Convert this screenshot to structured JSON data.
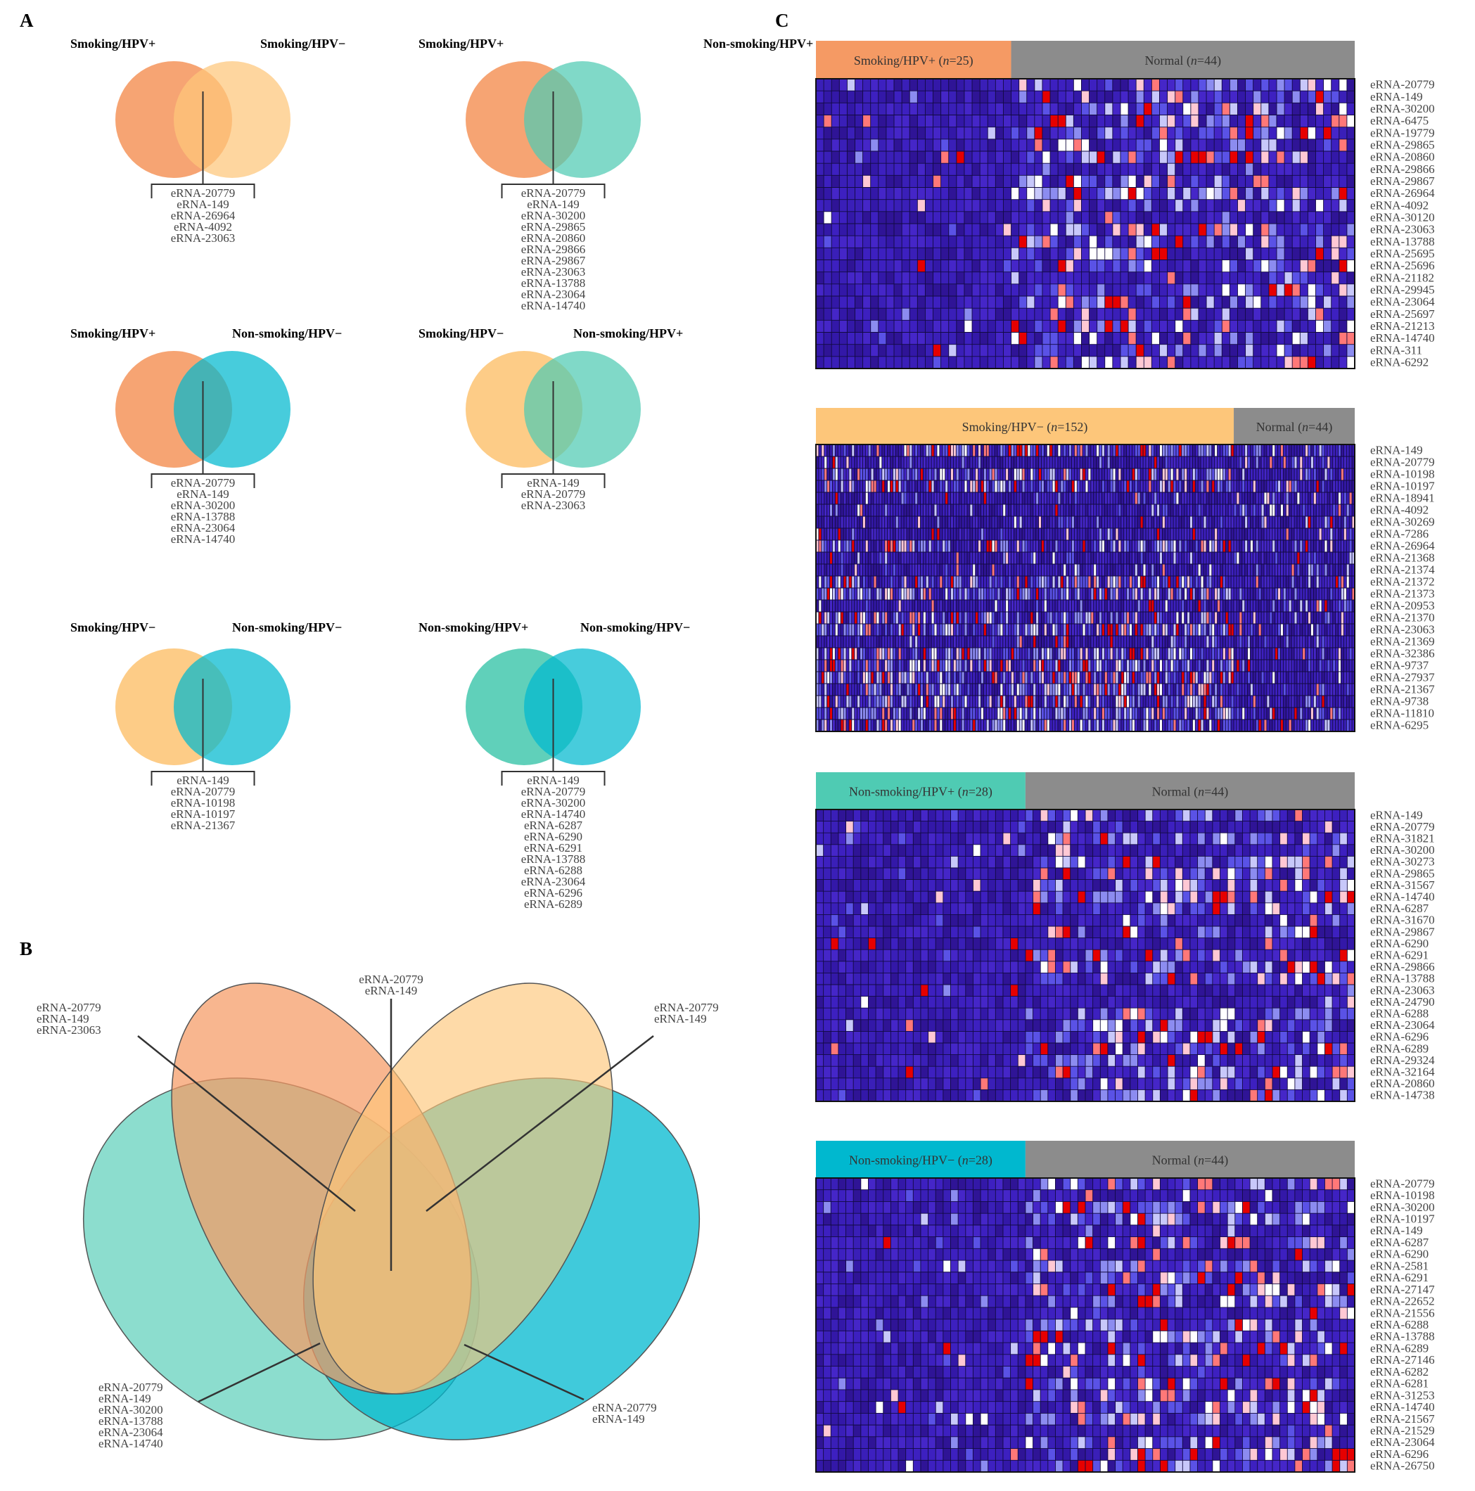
{
  "colors": {
    "smoking_hpv_pos": "#f59a64",
    "smoking_hpv_neg": "#fdc67a",
    "nonsmoking_hpv_pos": "#4fcbb3",
    "nonsmoking_hpv_neg": "#00b8cf",
    "normal": "#8c8c8c",
    "heat_low": "#3a1fb8",
    "heat_mid": "#ffffff",
    "heat_high": "#e60000"
  },
  "panelA": {
    "label": "A",
    "venns": [
      {
        "left": "Smoking/HPV+",
        "right": "Smoking/HPV−",
        "cl": "smoking_hpv_pos",
        "cr": "smoking_hpv_neg",
        "items": [
          "eRNA-20779",
          "eRNA-149",
          "eRNA-26964",
          "eRNA-4092",
          "eRNA-23063"
        ]
      },
      {
        "left": "Smoking/HPV+",
        "right": "Non-smoking/HPV+",
        "cl": "smoking_hpv_pos",
        "cr": "nonsmoking_hpv_pos",
        "items": [
          "eRNA-20779",
          "eRNA-149",
          "eRNA-30200",
          "eRNA-29865",
          "eRNA-20860",
          "eRNA-29866",
          "eRNA-29867",
          "eRNA-23063",
          "eRNA-13788",
          "eRNA-23064",
          "eRNA-14740"
        ]
      },
      {
        "left": "Smoking/HPV+",
        "right": "Non-smoking/HPV−",
        "cl": "smoking_hpv_pos",
        "cr": "nonsmoking_hpv_neg",
        "items": [
          "eRNA-20779",
          "eRNA-149",
          "eRNA-30200",
          "eRNA-13788",
          "eRNA-23064",
          "eRNA-14740"
        ]
      },
      {
        "left": "Smoking/HPV−",
        "right": "Non-smoking/HPV+",
        "cl": "smoking_hpv_neg",
        "cr": "nonsmoking_hpv_pos",
        "items": [
          "eRNA-149",
          "eRNA-20779",
          "eRNA-23063"
        ]
      },
      {
        "left": "Smoking/HPV−",
        "right": "Non-smoking/HPV−",
        "cl": "smoking_hpv_neg",
        "cr": "nonsmoking_hpv_neg",
        "items": [
          "eRNA-149",
          "eRNA-20779",
          "eRNA-10198",
          "eRNA-10197",
          "eRNA-21367"
        ]
      },
      {
        "left": "Non-smoking/HPV+",
        "right": "Non-smoking/HPV−",
        "cl": "nonsmoking_hpv_pos",
        "cr": "nonsmoking_hpv_neg",
        "items": [
          "eRNA-149",
          "eRNA-20779",
          "eRNA-30200",
          "eRNA-14740",
          "eRNA-6287",
          "eRNA-6290",
          "eRNA-6291",
          "eRNA-13788",
          "eRNA-6288",
          "eRNA-23064",
          "eRNA-6296",
          "eRNA-6289"
        ]
      }
    ]
  },
  "panelB": {
    "label": "B",
    "labels": [
      {
        "items": [
          "eRNA-20779",
          "eRNA-149"
        ]
      },
      {
        "items": [
          "eRNA-20779",
          "eRNA-149",
          "eRNA-23063"
        ]
      },
      {
        "items": [
          "eRNA-20779",
          "eRNA-149"
        ]
      },
      {
        "items": [
          "eRNA-20779",
          "eRNA-149",
          "eRNA-30200",
          "eRNA-13788",
          "eRNA-23064",
          "eRNA-14740"
        ]
      },
      {
        "items": [
          "eRNA-20779",
          "eRNA-149"
        ]
      }
    ]
  },
  "panelC": {
    "label": "C",
    "heatmaps": [
      {
        "group": "Smoking/HPV+ (n=25)",
        "group_prefix": "Smoking/HPV+ (",
        "group_n": "n",
        "group_suffix": "=25)",
        "gcolor": "smoking_hpv_pos",
        "normal_prefix": "Normal (",
        "normal_n": "n",
        "normal_suffix": "=44)",
        "n_group": 25,
        "n_normal": 44,
        "rows": [
          "eRNA-20779",
          "eRNA-149",
          "eRNA-30200",
          "eRNA-6475",
          "eRNA-19779",
          "eRNA-29865",
          "eRNA-20860",
          "eRNA-29866",
          "eRNA-29867",
          "eRNA-26964",
          "eRNA-4092",
          "eRNA-30120",
          "eRNA-23063",
          "eRNA-13788",
          "eRNA-25695",
          "eRNA-25696",
          "eRNA-21182",
          "eRNA-29945",
          "eRNA-23064",
          "eRNA-25697",
          "eRNA-21213",
          "eRNA-14740",
          "eRNA-311",
          "eRNA-6292"
        ]
      },
      {
        "group": "Smoking/HPV− (n=152)",
        "group_prefix": "Smoking/HPV− (",
        "group_n": "n",
        "group_suffix": "=152)",
        "gcolor": "smoking_hpv_neg",
        "normal_prefix": "Normal (",
        "normal_n": "n",
        "normal_suffix": "=44)",
        "n_group": 152,
        "n_normal": 44,
        "rows": [
          "eRNA-149",
          "eRNA-20779",
          "eRNA-10198",
          "eRNA-10197",
          "eRNA-18941",
          "eRNA-4092",
          "eRNA-30269",
          "eRNA-7286",
          "eRNA-26964",
          "eRNA-21368",
          "eRNA-21374",
          "eRNA-21372",
          "eRNA-21373",
          "eRNA-20953",
          "eRNA-21370",
          "eRNA-23063",
          "eRNA-21369",
          "eRNA-32386",
          "eRNA-9737",
          "eRNA-27937",
          "eRNA-21367",
          "eRNA-9738",
          "eRNA-11810",
          "eRNA-6295"
        ]
      },
      {
        "group": "Non-smoking/HPV+ (n=28)",
        "group_prefix": "Non-smoking/HPV+ (",
        "group_n": "n",
        "group_suffix": "=28)",
        "gcolor": "nonsmoking_hpv_pos",
        "normal_prefix": "Normal (",
        "normal_n": "n",
        "normal_suffix": "=44)",
        "n_group": 28,
        "n_normal": 44,
        "rows": [
          "eRNA-149",
          "eRNA-20779",
          "eRNA-31821",
          "eRNA-30200",
          "eRNA-30273",
          "eRNA-29865",
          "eRNA-31567",
          "eRNA-14740",
          "eRNA-6287",
          "eRNA-31670",
          "eRNA-29867",
          "eRNA-6290",
          "eRNA-6291",
          "eRNA-29866",
          "eRNA-13788",
          "eRNA-23063",
          "eRNA-24790",
          "eRNA-6288",
          "eRNA-23064",
          "eRNA-6296",
          "eRNA-6289",
          "eRNA-29324",
          "eRNA-32164",
          "eRNA-20860",
          "eRNA-14738"
        ]
      },
      {
        "group": "Non-smoking/HPV− (n=28)",
        "group_prefix": "Non-smoking/HPV− (",
        "group_n": "n",
        "group_suffix": "=28)",
        "gcolor": "nonsmoking_hpv_neg",
        "normal_prefix": "Normal (",
        "normal_n": "n",
        "normal_suffix": "=44)",
        "n_group": 28,
        "n_normal": 44,
        "rows": [
          "eRNA-20779",
          "eRNA-10198",
          "eRNA-30200",
          "eRNA-10197",
          "eRNA-149",
          "eRNA-6287",
          "eRNA-6290",
          "eRNA-2581",
          "eRNA-6291",
          "eRNA-27147",
          "eRNA-22652",
          "eRNA-21556",
          "eRNA-6288",
          "eRNA-13788",
          "eRNA-6289",
          "eRNA-27146",
          "eRNA-6282",
          "eRNA-6281",
          "eRNA-31253",
          "eRNA-14740",
          "eRNA-21567",
          "eRNA-21529",
          "eRNA-23064",
          "eRNA-6296",
          "eRNA-26750"
        ]
      }
    ]
  }
}
